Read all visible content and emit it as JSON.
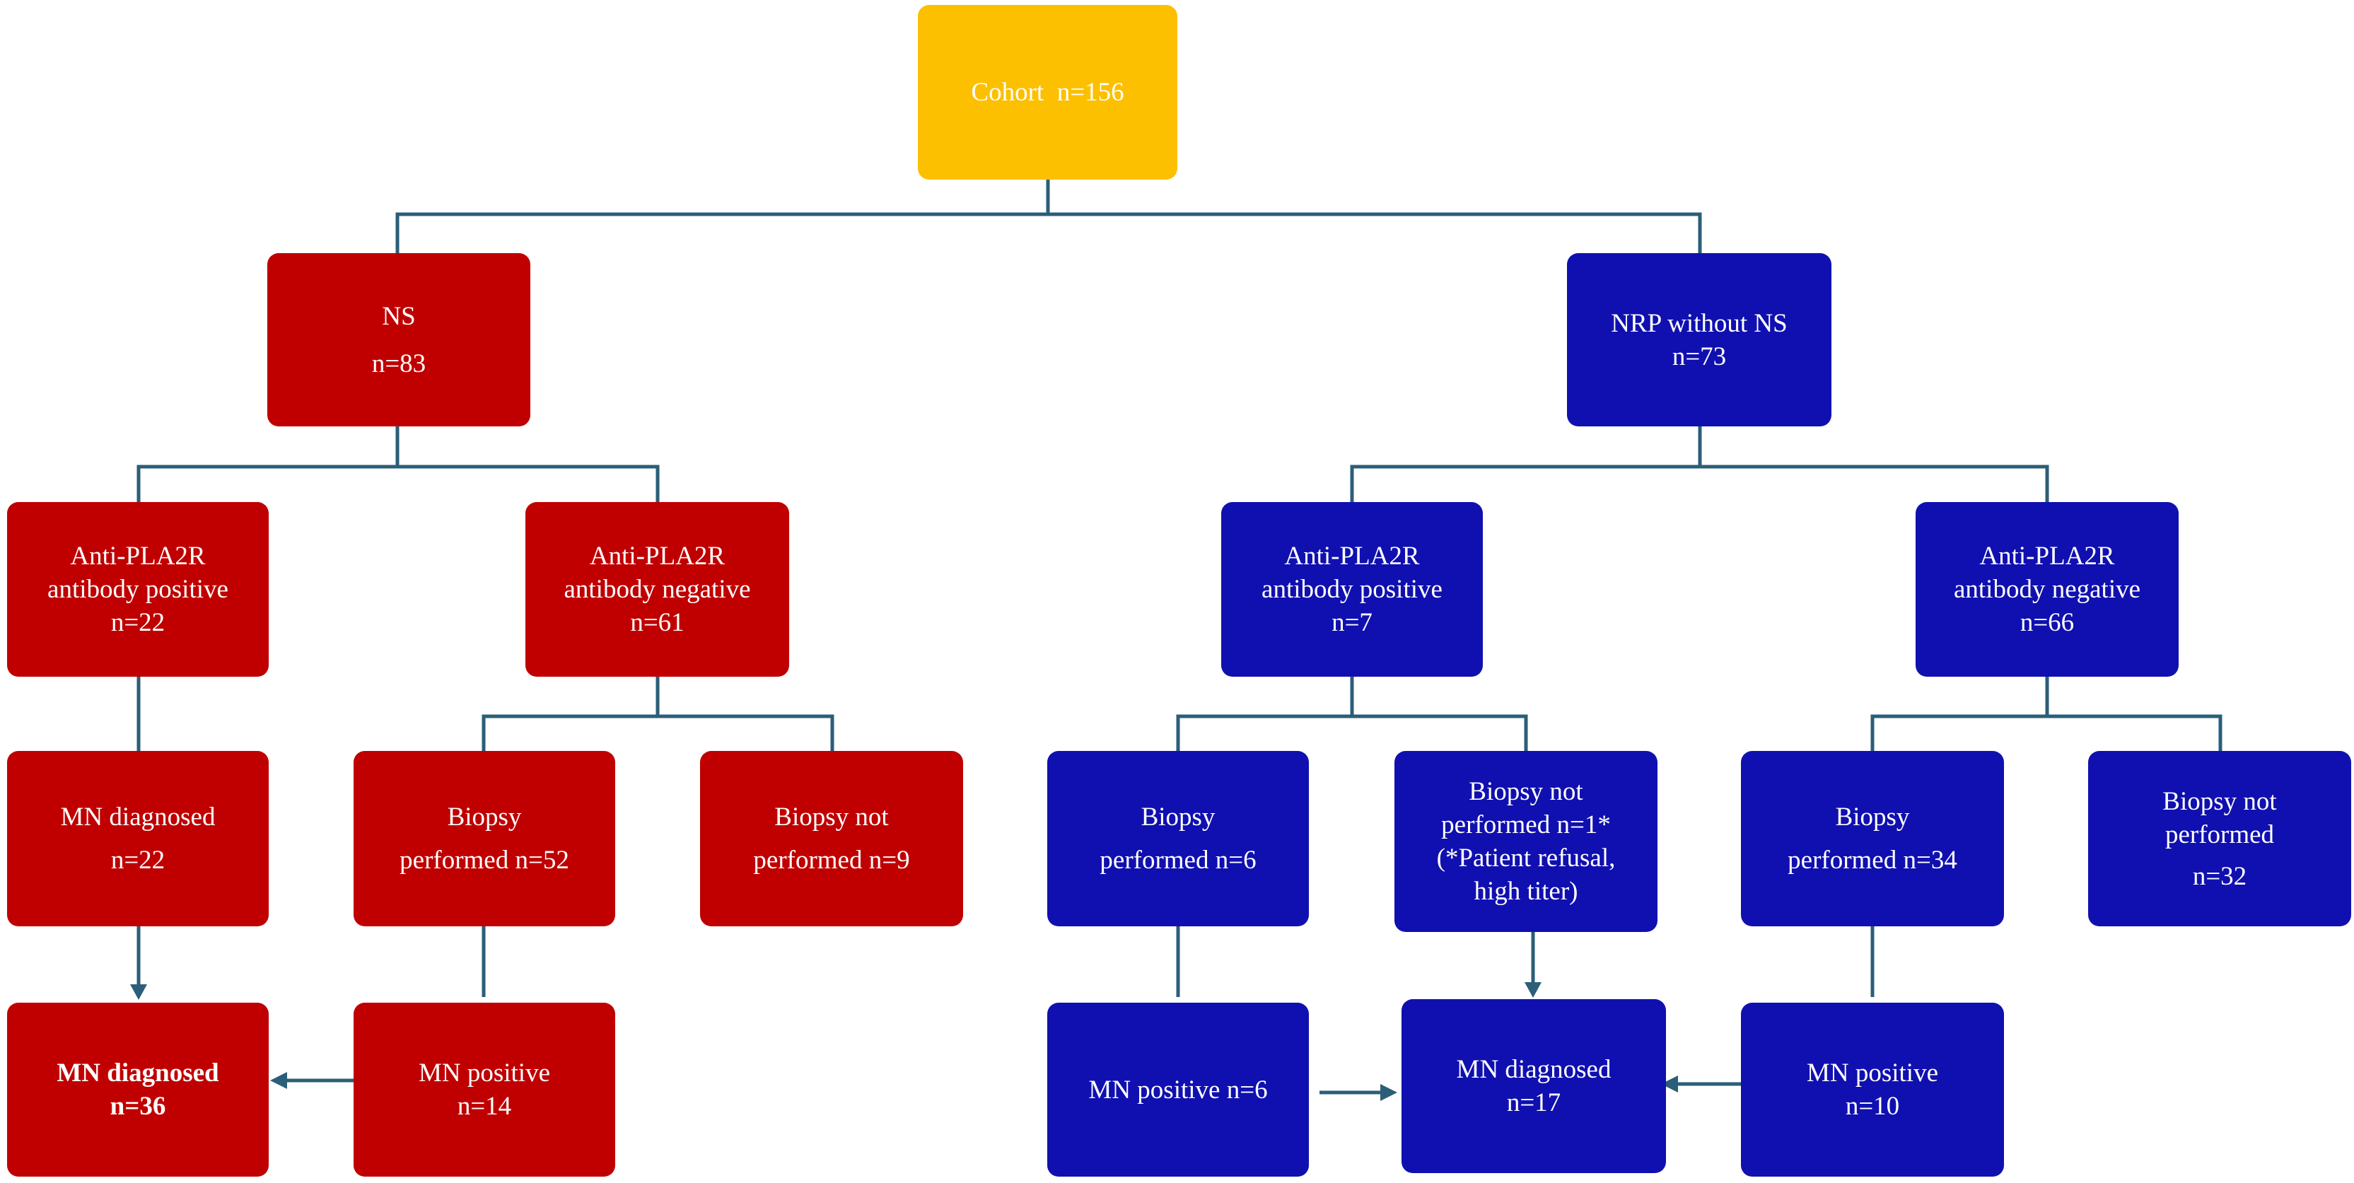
{
  "colors": {
    "red": "#c00000",
    "blue": "#1010b0",
    "gold": "#fcc000",
    "connector": "#2b5e78"
  },
  "cohort": {
    "label": "Cohort  n=156"
  },
  "ns": {
    "line1": "NS",
    "line2": "n=83"
  },
  "nrp": {
    "line1": "NRP without NS",
    "line2": "n=73"
  },
  "ns_pos": {
    "line1": "Anti-PLA2R",
    "line2": "antibody positive",
    "line3": "n=22"
  },
  "ns_neg": {
    "line1": "Anti-PLA2R",
    "line2": "antibody negative",
    "line3": "n=61"
  },
  "nrp_pos": {
    "line1": "Anti-PLA2R",
    "line2": "antibody positive",
    "line3": "n=7"
  },
  "nrp_neg": {
    "line1": "Anti-PLA2R",
    "line2": "antibody negative",
    "line3": "n=66"
  },
  "ns_pos_mn": {
    "line1": "MN diagnosed",
    "line2": "n=22"
  },
  "ns_neg_biopsy": {
    "line1": "Biopsy",
    "line2": "performed n=52"
  },
  "ns_neg_nobiopsy": {
    "line1": "Biopsy not",
    "line2": "performed n=9"
  },
  "nrp_pos_biopsy": {
    "line1": "Biopsy",
    "line2": "performed n=6"
  },
  "nrp_pos_nobiopsy": {
    "line1": "Biopsy not",
    "line2": "performed n=1*",
    "line3": "(*Patient refusal,",
    "line4": "high titer)"
  },
  "nrp_neg_biopsy": {
    "line1": "Biopsy",
    "line2": "performed n=34"
  },
  "nrp_neg_nobiopsy": {
    "line1": "Biopsy not",
    "line2": "performed",
    "line3": "n=32"
  },
  "ns_total_mn": {
    "line1": "MN diagnosed",
    "line2": "n=36"
  },
  "ns_biopsy_mn": {
    "line1": "MN positive",
    "line2": "n=14"
  },
  "nrp_pos_mn": {
    "line1": "MN positive n=6"
  },
  "nrp_total_mn": {
    "line1": "MN diagnosed",
    "line2": "n=17"
  },
  "nrp_neg_mn": {
    "line1": "MN positive",
    "line2": "n=10"
  }
}
